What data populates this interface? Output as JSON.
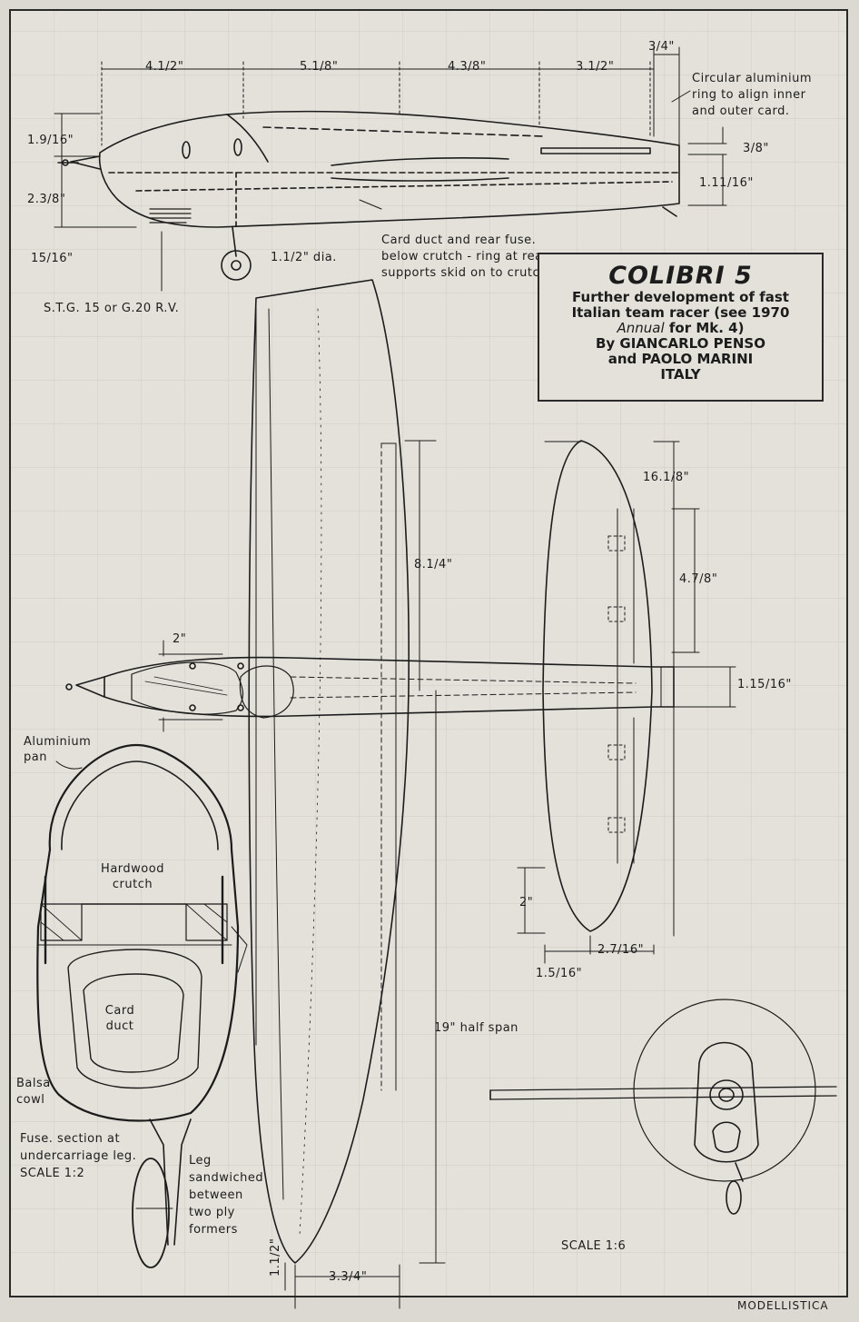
{
  "title": {
    "name": "COLIBRI 5",
    "line1": "Further development of fast",
    "line2": "Italian team racer (see 1970",
    "annual_word": "Annual",
    "line3_rest": " for Mk. 4)",
    "line4": "By GIANCARLO PENSO",
    "line5": "and PAOLO MARINI",
    "line6": "ITALY"
  },
  "dimensions": {
    "d_4_1_2": "4.1/2\"",
    "d_5_1_8": "5.1/8\"",
    "d_4_3_8": "4.3/8\"",
    "d_3_1_2": "3.1/2\"",
    "d_3_4": "3/4\"",
    "d_1_9_16": "1.9/16\"",
    "d_2_3_8": "2.3/8\"",
    "d_15_16": "15/16\"",
    "d_3_8": "3/8\"",
    "d_1_11_16": "1.11/16\"",
    "d_1_1_2_dia": "1.1/2\" dia.",
    "d_8_1_4": "8.1/4\"",
    "d_16_1_8": "16.1/8\"",
    "d_4_7_8": "4.7/8\"",
    "d_2": "2\"",
    "d_1_15_16": "1.15/16\"",
    "d_2_tail": "2\"",
    "d_2_7_16": "2.7/16\"",
    "d_1_5_16": "1.5/16\"",
    "d_19_half_span": "19\" half span",
    "d_1_1_2": "1.1/2\"",
    "d_3_3_4": "3.3/4\""
  },
  "notes": {
    "ring_note": "Circular aluminium ring to align inner and outer card.",
    "card_duct_note": "Card duct and rear fuse. below crutch - ring at rear supports skid on to crutch.",
    "engine": "S.T.G. 15 or G.20 R.V.",
    "aluminium_pan": "Aluminium pan",
    "hardwood_crutch": "Hardwood crutch",
    "card_duct": "Card duct",
    "balsa_cowl": "Balsa cowl",
    "fuse_section": "Fuse. section at undercarriage leg. SCALE 1:2",
    "leg_note": "Leg sandwiched between two ply formers",
    "scale_main": "SCALE 1:6"
  },
  "footer": "MODELLISTICA"
}
